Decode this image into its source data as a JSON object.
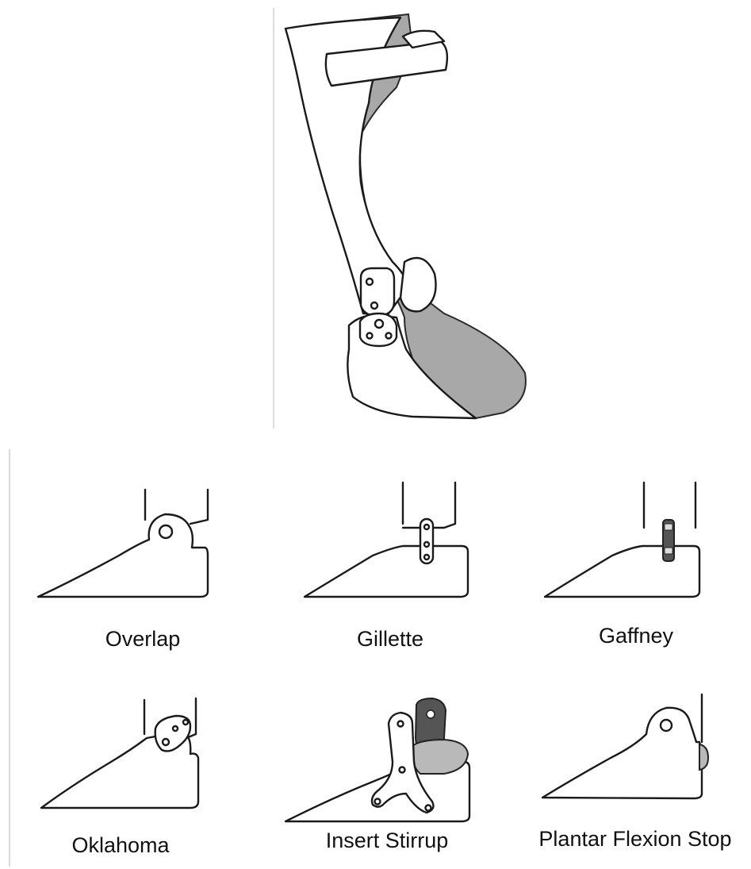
{
  "labels": {
    "overlap": "Overlap",
    "gillette": "Gillette",
    "gaffney": "Gaffney",
    "oklahoma": "Oklahoma",
    "insert_stirrup": "Insert Stirrup",
    "plantar_flexion_stop": "Plantar Flexion Stop"
  },
  "colors": {
    "outline": "#1a1a1a",
    "shell_shade": "#a8a8a8",
    "dark_part": "#555555",
    "light_part": "#b9b9b9"
  }
}
